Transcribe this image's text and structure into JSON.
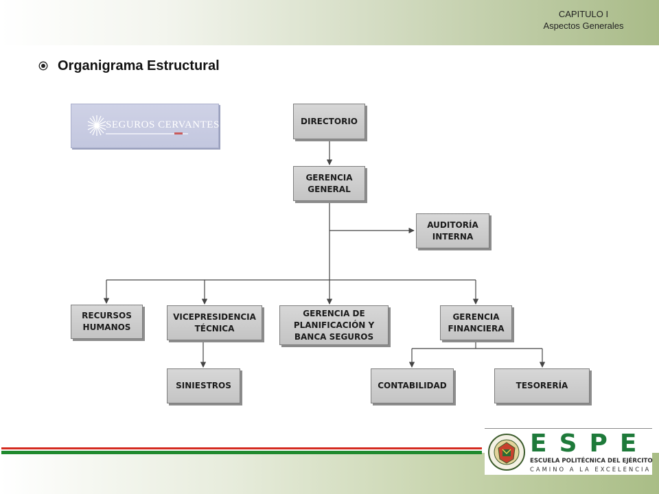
{
  "header": {
    "chapter_line1": "CAPITULO I",
    "chapter_line2": "Aspectos Generales"
  },
  "slide": {
    "title": "Organigrama Estructural",
    "bullet_icon": "radio-bullet-icon"
  },
  "company_logo": {
    "name": "SEGUROS CERVANTES",
    "icon": "star-burst-icon"
  },
  "org_chart": {
    "nodes": {
      "directorio": "DIRECTORIO",
      "gerencia_general": "GERENCIA GENERAL",
      "auditoria_interna": "AUDITORÍA INTERNA",
      "recursos_humanos": "RECURSOS HUMANOS",
      "vicepresidencia_tecnica": "VICEPRESIDENCIA TÉCNICA",
      "gerencia_planificacion": "GERENCIA DE PLANIFICACIÓN Y BANCA SEGUROS",
      "gerencia_financiera": "GERENCIA FINANCIERA",
      "siniestros": "SINIESTROS",
      "contabilidad": "CONTABILIDAD",
      "tesoreria": "TESORERÍA"
    },
    "edges": [
      [
        "directorio",
        "gerencia_general"
      ],
      [
        "gerencia_general",
        "auditoria_interna"
      ],
      [
        "gerencia_general",
        "recursos_humanos"
      ],
      [
        "gerencia_general",
        "vicepresidencia_tecnica"
      ],
      [
        "gerencia_general",
        "gerencia_planificacion"
      ],
      [
        "gerencia_general",
        "gerencia_financiera"
      ],
      [
        "vicepresidencia_tecnica",
        "siniestros"
      ],
      [
        "gerencia_financiera",
        "contabilidad"
      ],
      [
        "gerencia_financiera",
        "tesoreria"
      ]
    ]
  },
  "footer": {
    "espe_letters": "ESPE",
    "espe_name": "ESCUELA POLITÉCNICA DEL EJÉRCITO",
    "espe_motto": "CAMINO A LA EXCELENCIA",
    "colors": {
      "accent_green": "#1f8a2e",
      "accent_red": "#d42a1f",
      "espe_green": "#1e7a3a"
    }
  }
}
